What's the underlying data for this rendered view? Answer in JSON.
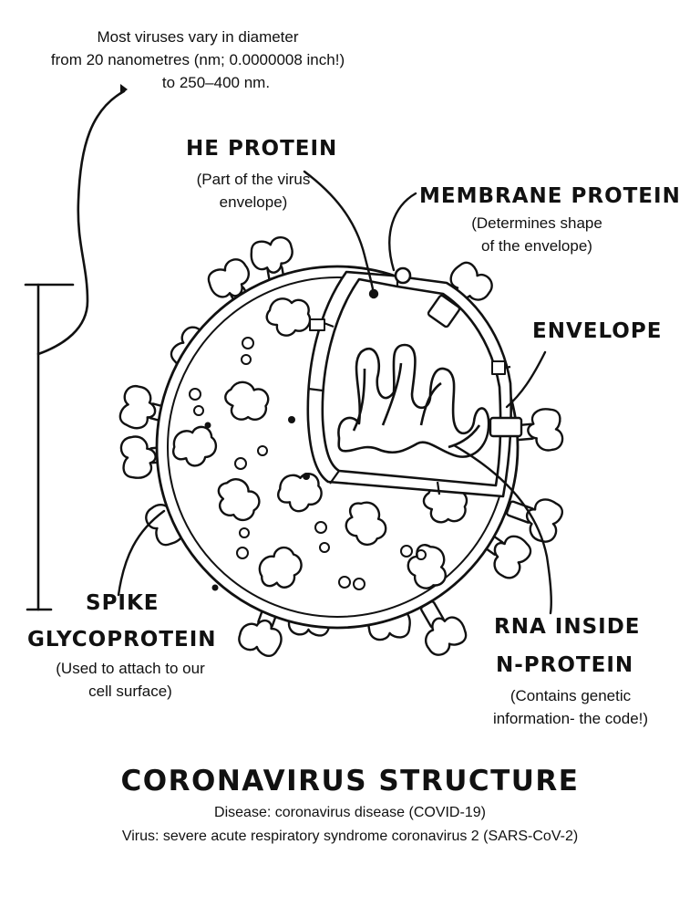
{
  "size_note": {
    "line1": "Most viruses vary in diameter",
    "line2": "from 20 nanometres (nm; 0.0000008 inch!)",
    "line3": "to 250–400 nm."
  },
  "labels": {
    "he_protein": {
      "title": "HE PROTEIN",
      "desc1": "(Part of the virus",
      "desc2": "envelope)"
    },
    "membrane_protein": {
      "title": "MEMBRANE PROTEIN",
      "desc1": "(Determines shape",
      "desc2": "of the envelope)"
    },
    "envelope": {
      "title": "ENVELOPE"
    },
    "spike": {
      "title1": "SPIKE",
      "title2": "GLYCOPROTEIN",
      "desc1": "(Used to attach to our",
      "desc2": "cell surface)"
    },
    "rna": {
      "title1": "RNA INSIDE",
      "title2": "N-PROTEIN",
      "desc1": "(Contains genetic",
      "desc2": "information- the code!)"
    }
  },
  "footer": {
    "title": "CORONAVIRUS STRUCTURE",
    "disease": "Disease:  coronavirus disease  (COVID-19)",
    "virus": "Virus:  severe acute respiratory syndrome coronavirus 2  (SARS-CoV-2)"
  }
}
